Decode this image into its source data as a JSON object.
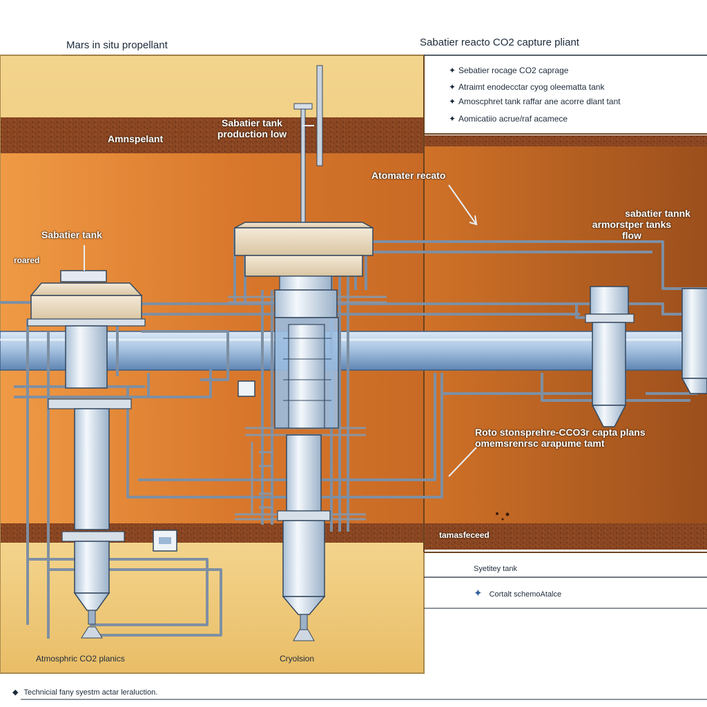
{
  "titles": {
    "left": "Mars in situ propellant",
    "right": "Sabatier reacto CO2 capture pliant"
  },
  "legend": {
    "items": [
      "Sebatier rocage CO2 caprage",
      "Atraimt enodecctar cyog oleematta tank",
      "Amoscphret tank raffar ane acorre dlant tant",
      "Aomicatiio acrue/raf acamece"
    ]
  },
  "labels": {
    "atmospelant": "Amnspelant",
    "sabatier_tank_production_line1": "Sabatier tank",
    "sabatier_tank_production_line2": "production low",
    "atomater_recato": "Atomater recato",
    "sabatier_tank_left": "Sabatier tank",
    "roared": "roared",
    "right_tank_line1": "sabatier tannk",
    "right_tank_line2": "armorstper tanks",
    "right_tank_line3": "flow",
    "roto_line1": "Roto stonsprehre-CCO3r capta plans",
    "roto_line2": "omemsrenrsc arapume tamt",
    "tamasfeceed": "tamasfeceed",
    "bottom_left": "Atmosphric CO2 planics",
    "bottom_center": "Cryolsion"
  },
  "key": {
    "heading": "Syetitey tank",
    "item": "Cortalt schemoAtalce"
  },
  "caption": "Technicial fany syestm actar leraluction.",
  "colors": {
    "ground_light": "#e48a36",
    "ground_mid": "#c96d24",
    "ground_dark": "#a9531c",
    "soil_band": "#8e4a24",
    "pipe_blue": "#8fb2d8",
    "tank_steel": "#dfe8f1",
    "outline": "#33475e",
    "frame_tan": "#c4a061"
  }
}
